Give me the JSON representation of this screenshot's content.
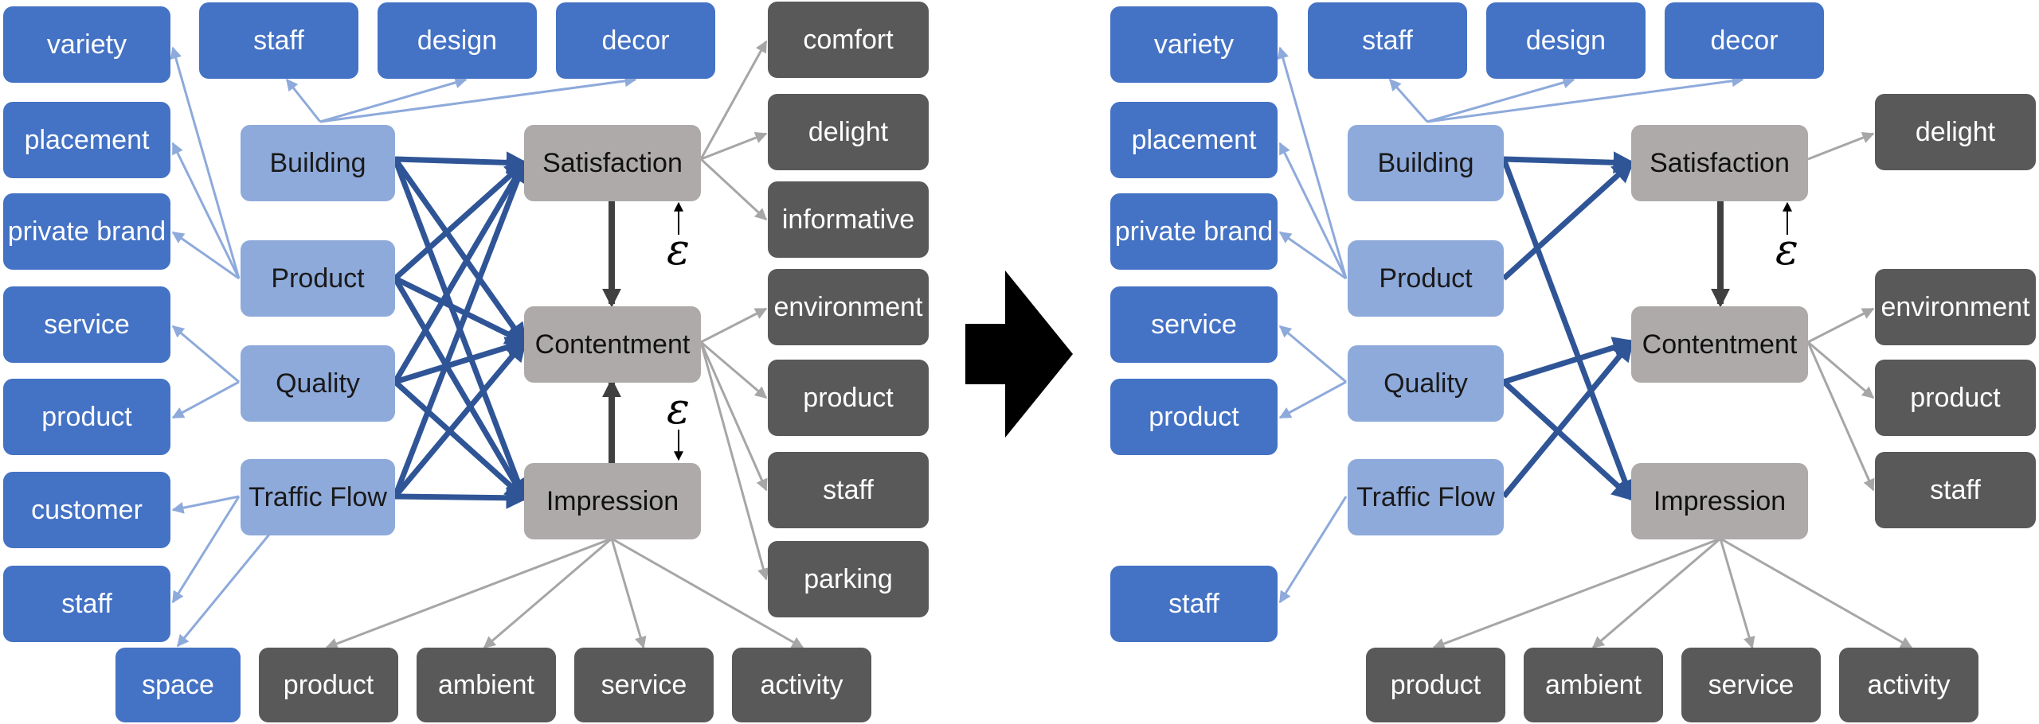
{
  "left": {
    "indicators": {
      "variety": "variety",
      "placement": "placement",
      "private_brand": "private brand",
      "service": "service",
      "product": "product",
      "customer": "customer",
      "staff": "staff",
      "space": "space",
      "top_staff": "staff",
      "top_design": "design",
      "top_decor": "decor"
    },
    "factors": {
      "building": "Building",
      "product": "Product",
      "quality": "Quality",
      "traffic_flow": "Traffic Flow"
    },
    "latent": {
      "satisfaction": "Satisfaction",
      "contentment": "Contentment",
      "impression": "Impression"
    },
    "outcomes": {
      "comfort": "comfort",
      "delight": "delight",
      "informative": "informative",
      "environment": "environment",
      "product": "product",
      "staff": "staff",
      "parking": "parking",
      "b_product": "product",
      "b_ambient": "ambient",
      "b_service": "service",
      "b_activity": "activity"
    },
    "epsilon": "ε"
  },
  "right": {
    "indicators": {
      "variety": "variety",
      "placement": "placement",
      "private_brand": "private brand",
      "service": "service",
      "product": "product",
      "staff": "staff",
      "top_staff": "staff",
      "top_design": "design",
      "top_decor": "decor"
    },
    "factors": {
      "building": "Building",
      "product": "Product",
      "quality": "Quality",
      "traffic_flow": "Traffic Flow"
    },
    "latent": {
      "satisfaction": "Satisfaction",
      "contentment": "Contentment",
      "impression": "Impression"
    },
    "outcomes": {
      "delight": "delight",
      "environment": "environment",
      "product": "product",
      "staff": "staff",
      "b_product": "product",
      "b_ambient": "ambient",
      "b_service": "service",
      "b_activity": "activity"
    },
    "epsilon": "ε"
  },
  "colors": {
    "indicator": "#4472c4",
    "factor": "#8eaadb",
    "latent": "#aeaaaa",
    "outcome": "#595959",
    "factor_edge": "#2f5597",
    "indicator_edge": "#8eaadb",
    "outcome_edge": "#a6a6a6",
    "arrow": "#404040"
  }
}
